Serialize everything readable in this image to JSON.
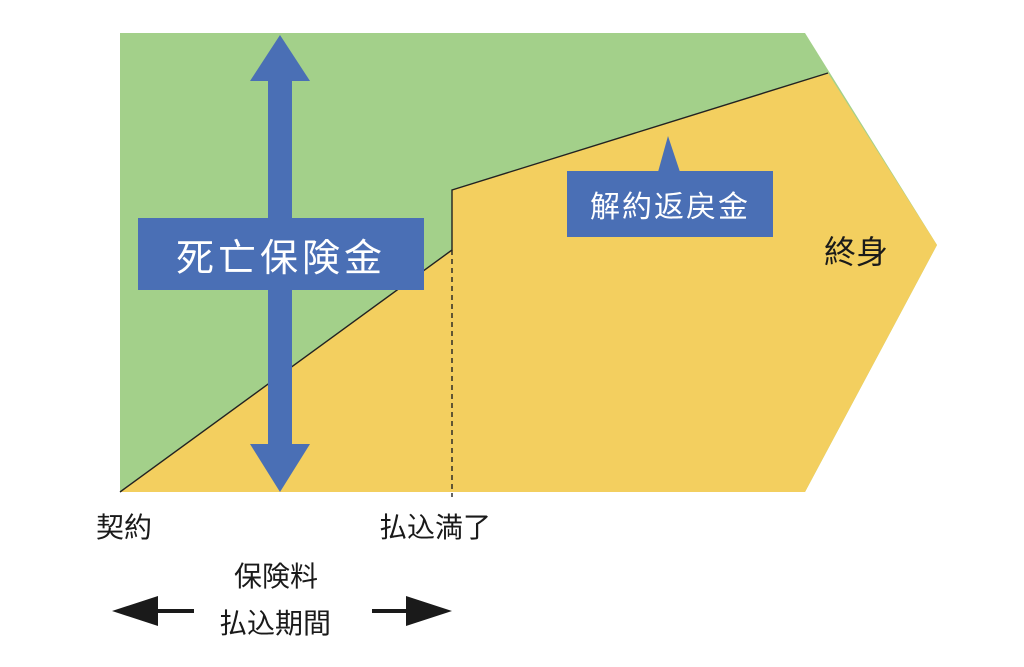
{
  "labels": {
    "death_benefit": "死亡保険金",
    "surrender_value": "解約返戻金",
    "lifetime": "終身",
    "contract": "契約",
    "paid_up": "払込満了",
    "premium_period_line1": "保険料",
    "premium_period_line2": "払込期間"
  },
  "colors": {
    "death_benefit_area": "#a3d08a",
    "surrender_area": "#f3cf5f",
    "accent_blue": "#4a6fb5",
    "text": "#1a1a1a",
    "box_text": "#ffffff"
  }
}
